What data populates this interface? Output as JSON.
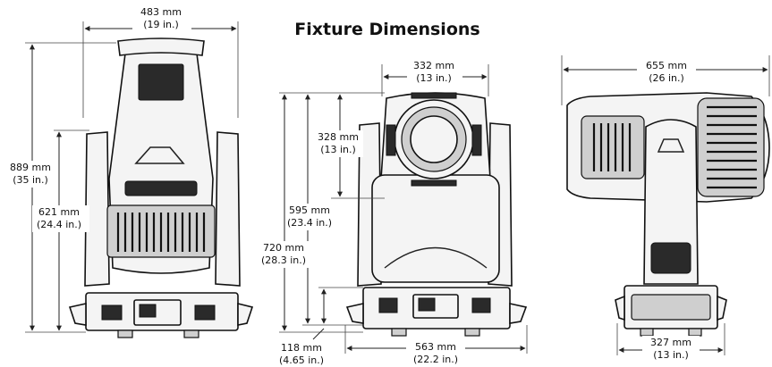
{
  "title": "Fixture Dimensions",
  "dimensions": {
    "front_width": {
      "mm": "483 mm",
      "in": "(19 in.)"
    },
    "front_total_height": {
      "mm": "889 mm",
      "in": "(35 in.)"
    },
    "front_head_height": {
      "mm": "621 mm",
      "in": "(24.4 in.)"
    },
    "side_head_width": {
      "mm": "332 mm",
      "in": "(13 in.)"
    },
    "side_head_height": {
      "mm": "328 mm",
      "in": "(13 in.)"
    },
    "side_yoke_height": {
      "mm": "595 mm",
      "in": "(23.4 in.)"
    },
    "side_total_height": {
      "mm": "720 mm",
      "in": "(28.3 in.)"
    },
    "side_base_height": {
      "mm": "118 mm",
      "in": "(4.65 in.)"
    },
    "side_base_width": {
      "mm": "563 mm",
      "in": "(22.2 in.)"
    },
    "tilted_length": {
      "mm": "655 mm",
      "in": "(26 in.)"
    },
    "tilted_base_width": {
      "mm": "327 mm",
      "in": "(13 in.)"
    }
  },
  "colors": {
    "line": "#111111",
    "fill": "#f4f4f4",
    "dark": "#2a2a2a"
  }
}
